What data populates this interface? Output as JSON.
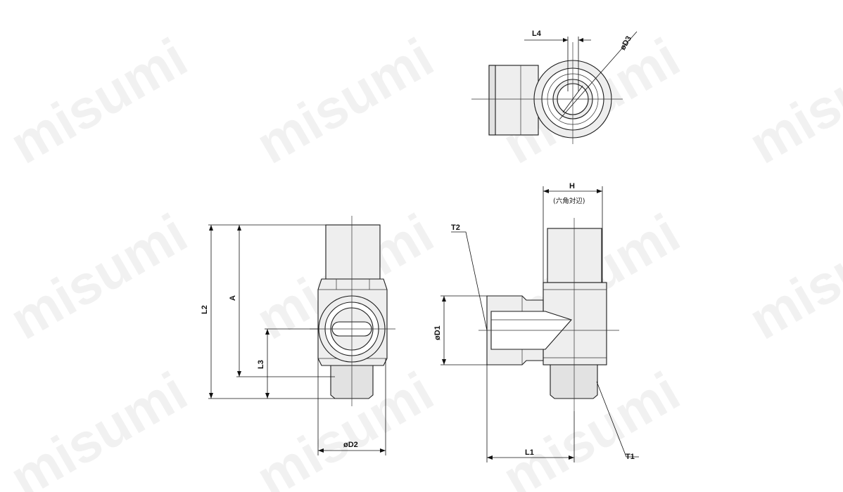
{
  "watermark": {
    "text": "misumi"
  },
  "labels": {
    "L4": "L4",
    "D3": "øD3",
    "H": "H",
    "H_note": "(六角対辺)",
    "T2": "T2",
    "L2": "L2",
    "A": "A",
    "L3": "L3",
    "D1": "øD1",
    "D2": "øD2",
    "L1": "L1",
    "T1": "T1"
  }
}
